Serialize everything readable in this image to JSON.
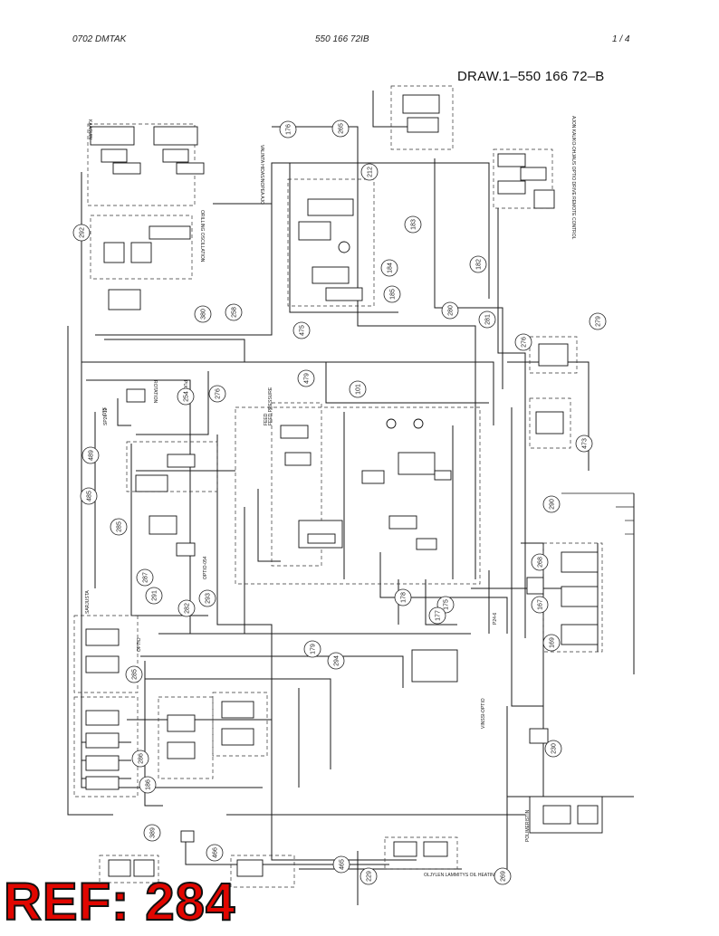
{
  "header": {
    "left": "0702  DMTAK",
    "center": "550 166 72IB",
    "page": "1 /  4"
  },
  "drawing_title": "DRAW.1–550 166 72–B",
  "ref_label": "REF: 284",
  "labels": {
    "rotation": "ROTATION",
    "puomilta": "PUOMILTA",
    "slu": "SLU",
    "feed": "FEED",
    "feed_pressure": "FEED PRESSURE",
    "valinta": "VALINTA HIDAS/NOPEA AJO",
    "drilling_oscillation": "ORILLING OSCILLATION",
    "sarjusta": "SARJUSTA",
    "pumps_detail": "POLIMERISTIN",
    "oil_heater": "OLJYLEN LAMMITYS OIL HEATING",
    "drive_remote": "AJON KAUKO-OHJAUS OPTIO DRIVE REMOTE CONTROL",
    "kaasuin": "KAASUIN",
    "opt_a": "OPTIO-054",
    "opt_b": "OPTIO",
    "vinssi": "VINSSI-OPTIO",
    "sp": "SP20-12",
    "p24": "P24-6"
  },
  "callouts": [
    "265",
    "475",
    "479",
    "101",
    "276",
    "254",
    "258",
    "380",
    "176",
    "212",
    "292",
    "183",
    "184",
    "182",
    "185",
    "280",
    "281",
    "276",
    "279",
    "473",
    "290",
    "268",
    "167",
    "169",
    "175",
    "178",
    "177",
    "179",
    "294",
    "282",
    "293",
    "285",
    "287",
    "291",
    "485",
    "489",
    "286",
    "186",
    "285",
    "389",
    "466",
    "465",
    "229",
    "269",
    "230"
  ],
  "colors": {
    "ink": "#1a1a1a",
    "paper": "#ffffff",
    "ref_red": "#e10600"
  }
}
